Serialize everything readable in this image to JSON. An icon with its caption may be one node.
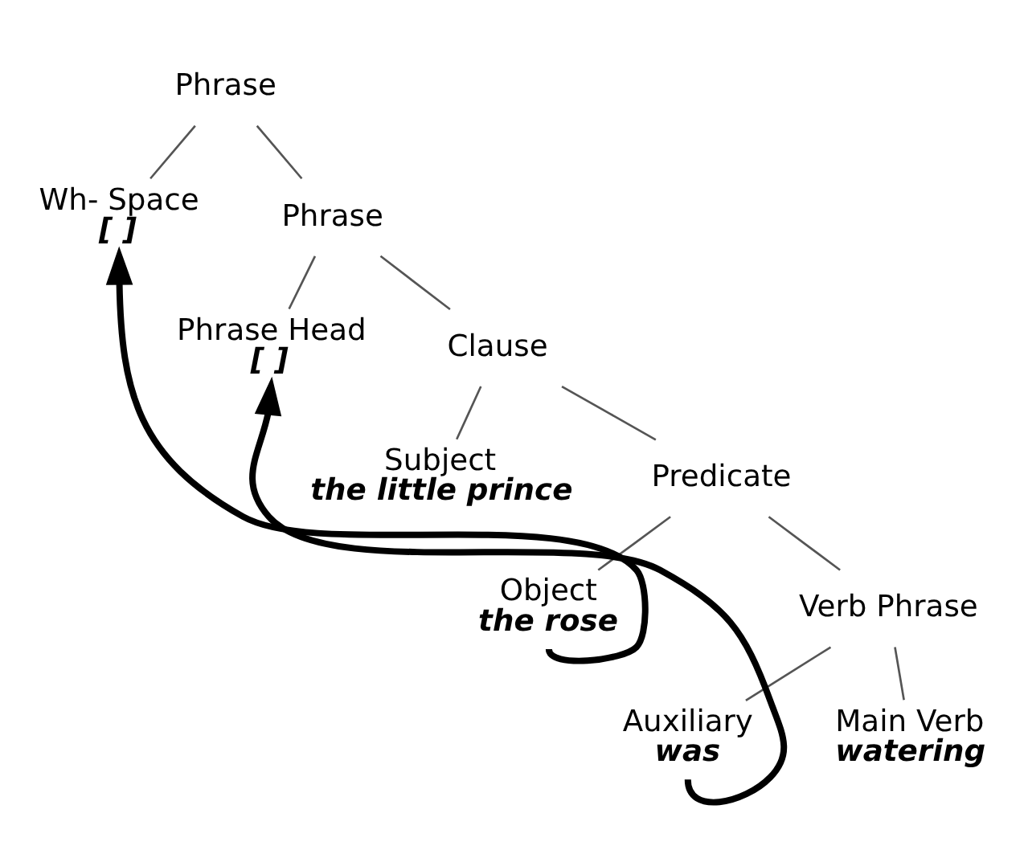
{
  "diagram": {
    "nodes": [
      {
        "text": [
          "Phrase"
        ]
      },
      {
        "text": [
          "Wh- Space",
          "[ ]"
        ]
      },
      {
        "text": [
          "Phrase"
        ]
      },
      {
        "text": [
          "Phrase Head",
          "[ ]"
        ]
      },
      {
        "text": [
          "Clause"
        ]
      },
      {
        "text": [
          "Subject",
          "the little prince"
        ]
      },
      {
        "text": [
          "Predicate"
        ]
      },
      {
        "text": [
          "Verb Phrase"
        ]
      },
      {
        "text": [
          "Object",
          "the rose"
        ]
      },
      {
        "text": [
          "Auxiliary",
          "was"
        ]
      },
      {
        "text": [
          "Main Verb",
          "watering"
        ]
      }
    ],
    "edges": [
      {
        "from": 0,
        "to": 1,
        "arrow": "none"
      },
      {
        "from": 0,
        "to": 2,
        "arrow": "none"
      },
      {
        "from": 2,
        "to": 3,
        "arrow": "none"
      },
      {
        "from": 2,
        "to": 4,
        "arrow": "none"
      },
      {
        "from": 4,
        "to": 5,
        "arrow": "none"
      },
      {
        "from": 4,
        "to": 6,
        "arrow": "none"
      },
      {
        "from": 6,
        "to": 7,
        "arrow": "none"
      },
      {
        "from": 6,
        "to": 8,
        "arrow": "none"
      },
      {
        "from": 7,
        "to": 9,
        "arrow": "none"
      },
      {
        "from": 7,
        "to": 10,
        "arrow": "none"
      },
      {
        "from": 9,
        "to": 3,
        "arrow": "to",
        "style": "thick"
      },
      {
        "from": 8,
        "to": 1,
        "arrow": "to",
        "style": "thick"
      }
    ]
  }
}
